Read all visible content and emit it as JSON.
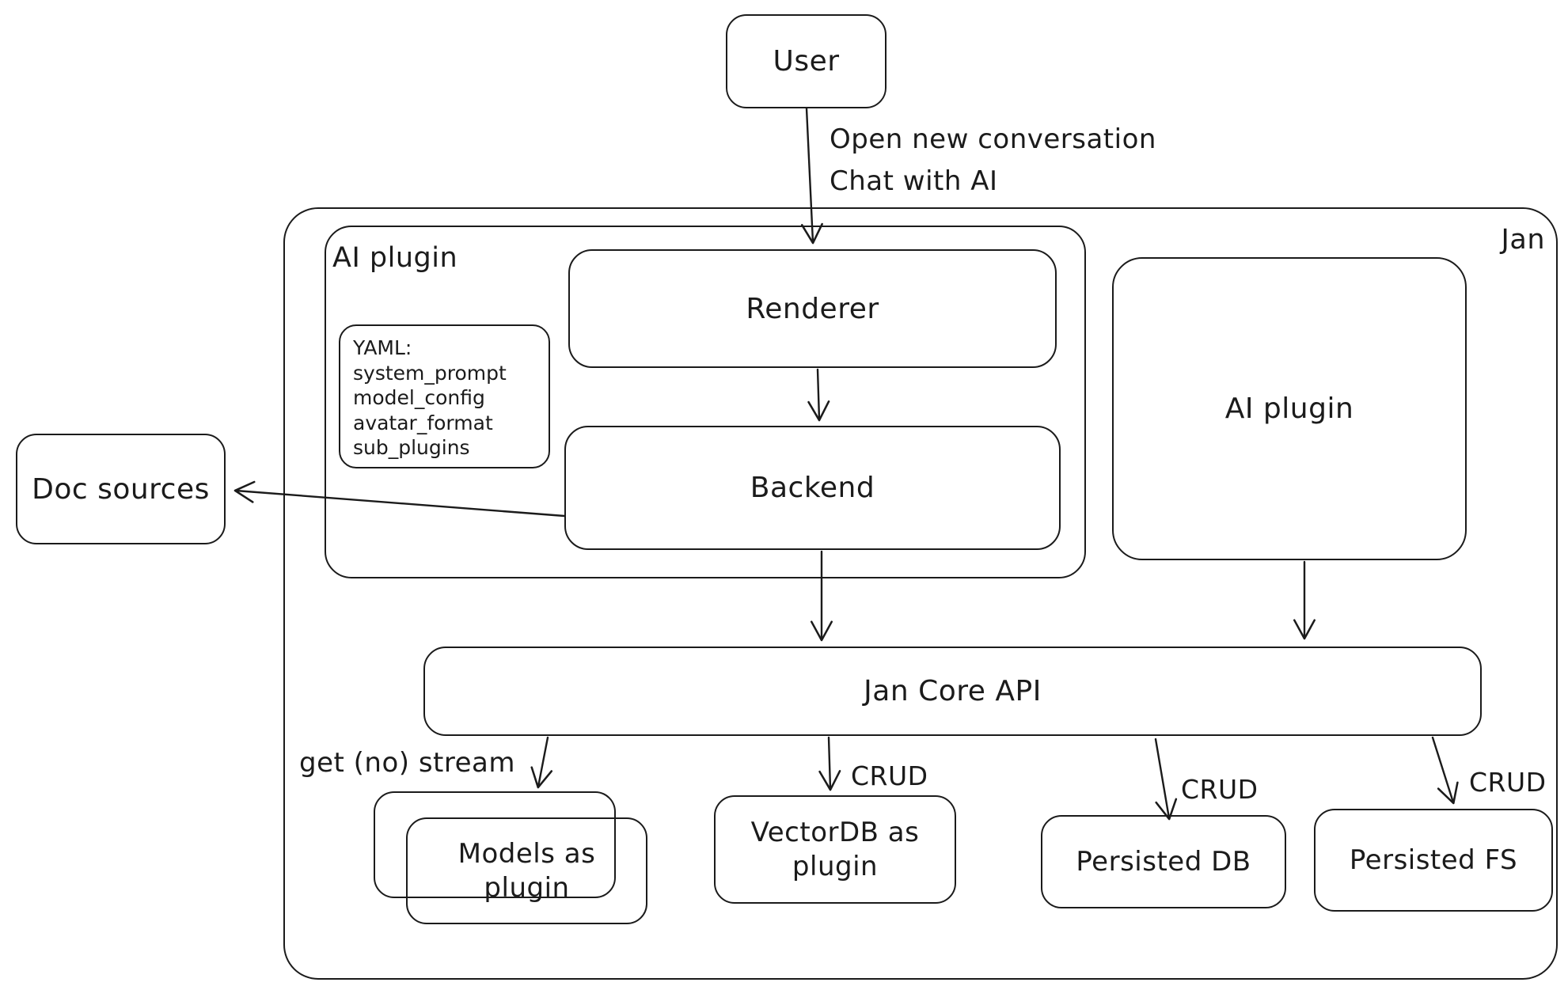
{
  "diagram": {
    "stroke_color": "#1b1b1b",
    "background_color": "#ffffff",
    "nodes": {
      "user": {
        "label": "User"
      },
      "jan": {
        "label": "Jan"
      },
      "ai_plugin_group": {
        "label": "AI plugin"
      },
      "yaml_note": {
        "title": "YAML:",
        "lines": [
          "system_prompt",
          "model_config",
          "avatar_format",
          "sub_plugins"
        ]
      },
      "renderer": {
        "label": "Renderer"
      },
      "backend": {
        "label": "Backend"
      },
      "ai_plugin_box": {
        "label": "AI plugin"
      },
      "jan_core_api": {
        "label": "Jan Core API"
      },
      "doc_sources": {
        "label": "Doc sources"
      },
      "models_plugin": {
        "label": "Models as plugin"
      },
      "vectordb_plugin": {
        "label": "VectorDB as plugin"
      },
      "persisted_db": {
        "label": "Persisted DB"
      },
      "persisted_fs": {
        "label": "Persisted FS"
      }
    },
    "edges": {
      "user_to_renderer": {
        "label_line1": "Open new conversation",
        "label_line2": "Chat with AI"
      },
      "jan_core_to_models": {
        "label": "get (no) stream"
      },
      "jan_core_to_vectordb": {
        "label": "CRUD"
      },
      "jan_core_to_persisted_db": {
        "label": "CRUD"
      },
      "jan_core_to_persisted_fs": {
        "label": "CRUD"
      }
    }
  }
}
